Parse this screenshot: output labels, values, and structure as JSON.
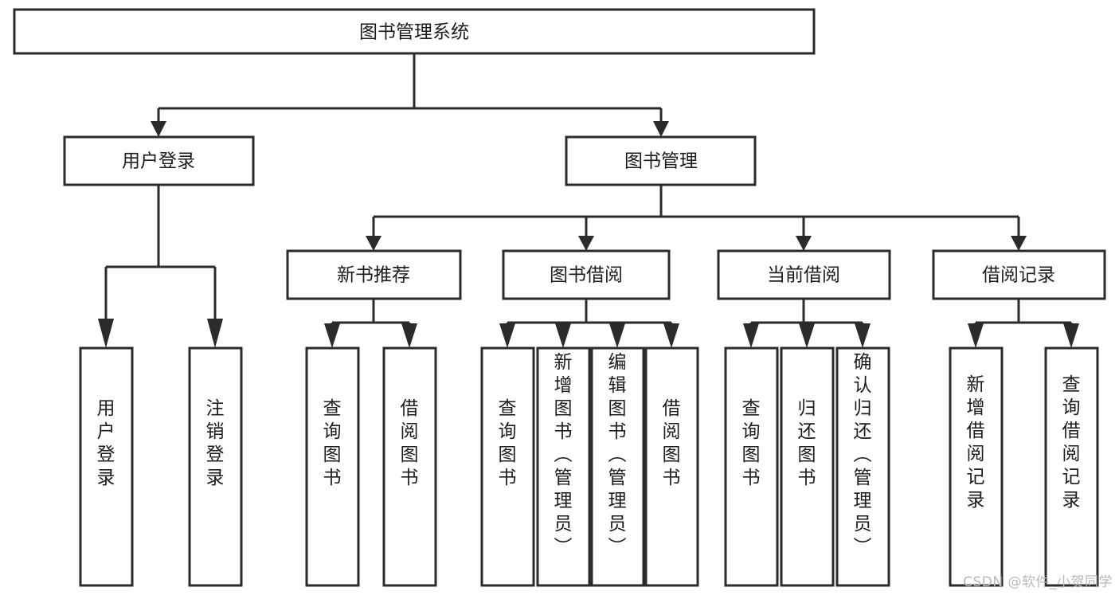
{
  "diagram": {
    "title": "图书管理系统",
    "type": "tree-hierarchy-chart",
    "watermark": "CSDN @软件_小贺同学",
    "colors": {
      "stroke": "#2b2b2b",
      "fill": "#ffffff",
      "text": "#1c1c1c",
      "watermark": "#b9b9b9",
      "background": "#ffffff"
    },
    "root": {
      "label": "图书管理系统",
      "orientation": "horizontal"
    },
    "level2": [
      {
        "label": "用户登录",
        "orientation": "horizontal"
      },
      {
        "label": "图书管理",
        "orientation": "horizontal"
      }
    ],
    "level3": [
      {
        "label": "新书推荐",
        "orientation": "horizontal"
      },
      {
        "label": "图书借阅",
        "orientation": "horizontal"
      },
      {
        "label": "当前借阅",
        "orientation": "horizontal"
      },
      {
        "label": "借阅记录",
        "orientation": "horizontal"
      }
    ],
    "leaves": {
      "用户登录": [
        {
          "label": "用户登录",
          "orientation": "vertical"
        },
        {
          "label": "注销登录",
          "orientation": "vertical"
        }
      ],
      "新书推荐": [
        {
          "label": "查询图书",
          "orientation": "vertical"
        },
        {
          "label": "借阅图书",
          "orientation": "vertical"
        }
      ],
      "图书借阅": [
        {
          "label": "查询图书",
          "orientation": "vertical"
        },
        {
          "label": "新增图书（管理员）",
          "orientation": "vertical"
        },
        {
          "label": "编辑图书（管理员）",
          "orientation": "vertical"
        },
        {
          "label": "借阅图书",
          "orientation": "vertical"
        }
      ],
      "当前借阅": [
        {
          "label": "查询图书",
          "orientation": "vertical"
        },
        {
          "label": "归还图书",
          "orientation": "vertical"
        },
        {
          "label": "确认归还（管理员）",
          "orientation": "vertical"
        }
      ],
      "借阅记录": [
        {
          "label": "新增借阅记录",
          "orientation": "vertical"
        },
        {
          "label": "查询借阅记录",
          "orientation": "vertical"
        }
      ]
    }
  }
}
